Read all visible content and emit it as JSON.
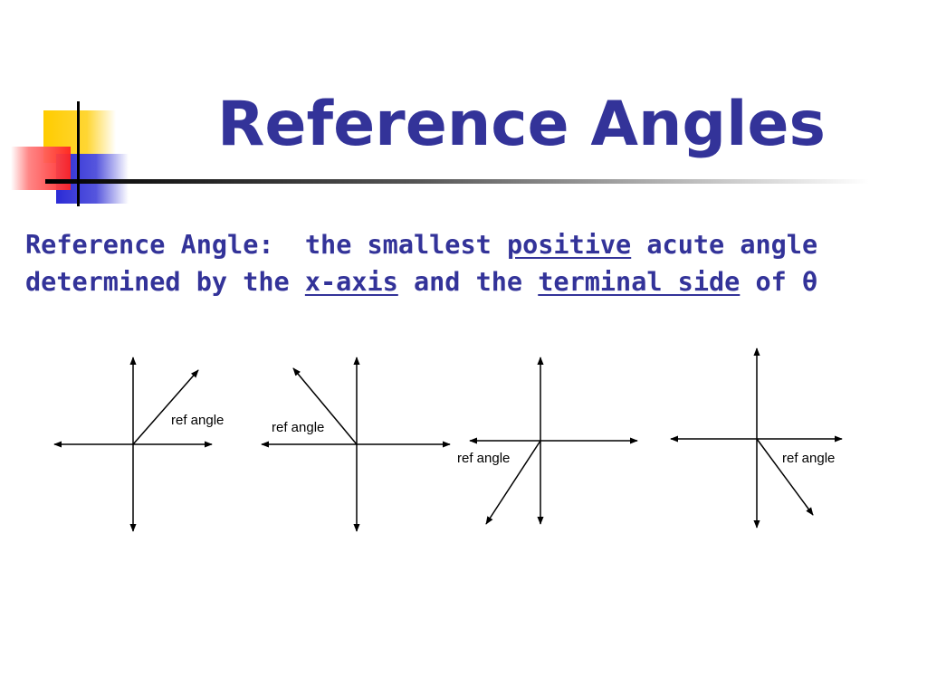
{
  "title": "Reference Angles",
  "definition": {
    "term": "Reference Angle:",
    "sep": "  ",
    "line1_text": "the smallest ",
    "line1_emph": "positive",
    "line1_tail": " acute angle",
    "line2_a": "determined by the ",
    "line2_emph1": "x-axis",
    "line2_b": " and the ",
    "line2_emph2": "terminal side",
    "line2_c": " of θ"
  },
  "diagrams": [
    {
      "quadrant": "I",
      "label": "ref angle"
    },
    {
      "quadrant": "II",
      "label": "ref angle"
    },
    {
      "quadrant": "III",
      "label": "ref angle"
    },
    {
      "quadrant": "IV",
      "label": "ref angle"
    }
  ],
  "colors": {
    "title": "#333399",
    "text": "#333399",
    "accent_yellow": "#FFCC00",
    "accent_blue": "#3333CC",
    "accent_red": "#FF3333",
    "ink": "#000000"
  }
}
